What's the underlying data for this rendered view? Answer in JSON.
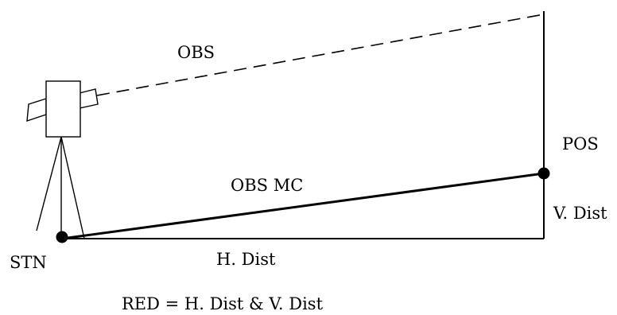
{
  "labels": {
    "obs": "OBS",
    "obs_mc": "OBS MC",
    "pos": "POS",
    "v_dist": "V. Dist",
    "stn": "STN",
    "h_dist": "H. Dist",
    "caption": "RED = H. Dist & V. Dist"
  },
  "colors": {
    "line": "#000000",
    "background": "#ffffff"
  }
}
